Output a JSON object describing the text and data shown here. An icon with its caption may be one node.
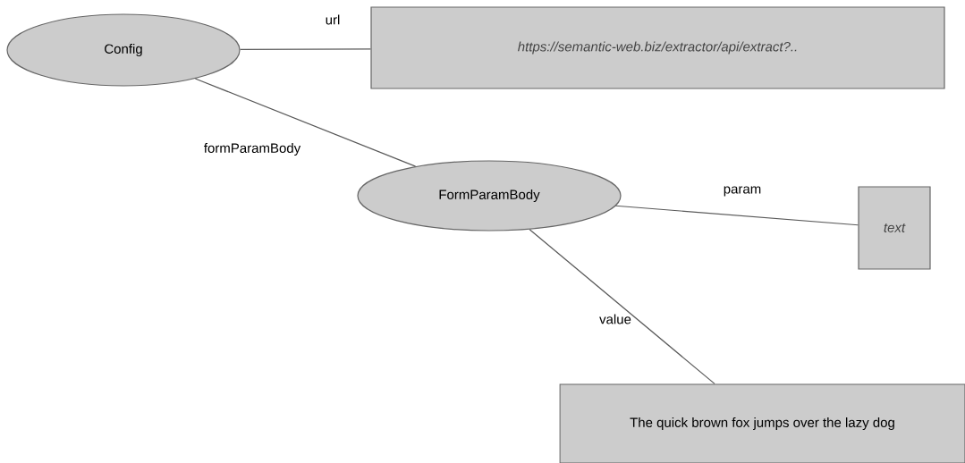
{
  "diagram": {
    "nodes": [
      {
        "text": [
          "Config"
        ]
      },
      {
        "text": [
          "https://semantic-web.biz/extractor/api/extract?.."
        ]
      },
      {
        "text": [
          "FormParamBody"
        ]
      },
      {
        "text": [
          "text"
        ]
      },
      {
        "text": [
          "The quick brown fox jumps over the lazy dog"
        ]
      }
    ],
    "edges": [
      {
        "from": 0,
        "to": 1,
        "arrow": "none",
        "label": "url"
      },
      {
        "from": 0,
        "to": 2,
        "arrow": "none",
        "label": "formParamBody"
      },
      {
        "from": 2,
        "to": 3,
        "arrow": "none",
        "label": "param"
      },
      {
        "from": 2,
        "to": 4,
        "arrow": "none",
        "label": "value"
      }
    ]
  }
}
